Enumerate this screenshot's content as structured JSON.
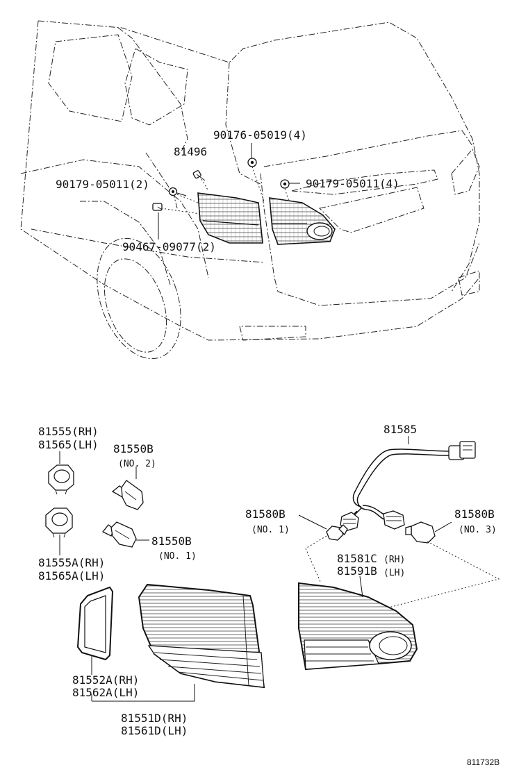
{
  "labels": {
    "p90176": "90176-05019(4)",
    "p81496": "81496",
    "p90179L": "90179-05011(2)",
    "p90179R": "90179-05011(4)",
    "p90467": "90467-09077(2)",
    "p81555": "81555(RH)",
    "p81565": "81565(LH)",
    "p81550B_top": "81550B",
    "no2": "(NO. 2)",
    "p81585": "81585",
    "p81580B_left": "81580B",
    "no1_left": "(NO. 1)",
    "p81580B_right": "81580B",
    "no3": "(NO. 3)",
    "p81550B_bot": "81550B",
    "no1_bot": "(NO. 1)",
    "p81555A": "81555A(RH)",
    "p81565A": "81565A(LH)",
    "p81581C": "81581C",
    "rh": "(RH)",
    "p81591B": "81591B",
    "lh": "(LH)",
    "p81552A": "81552A(RH)",
    "p81562A": "81562A(LH)",
    "p81551D": "81551D(RH)",
    "p81561D": "81561D(LH)",
    "ref": "811732B"
  }
}
